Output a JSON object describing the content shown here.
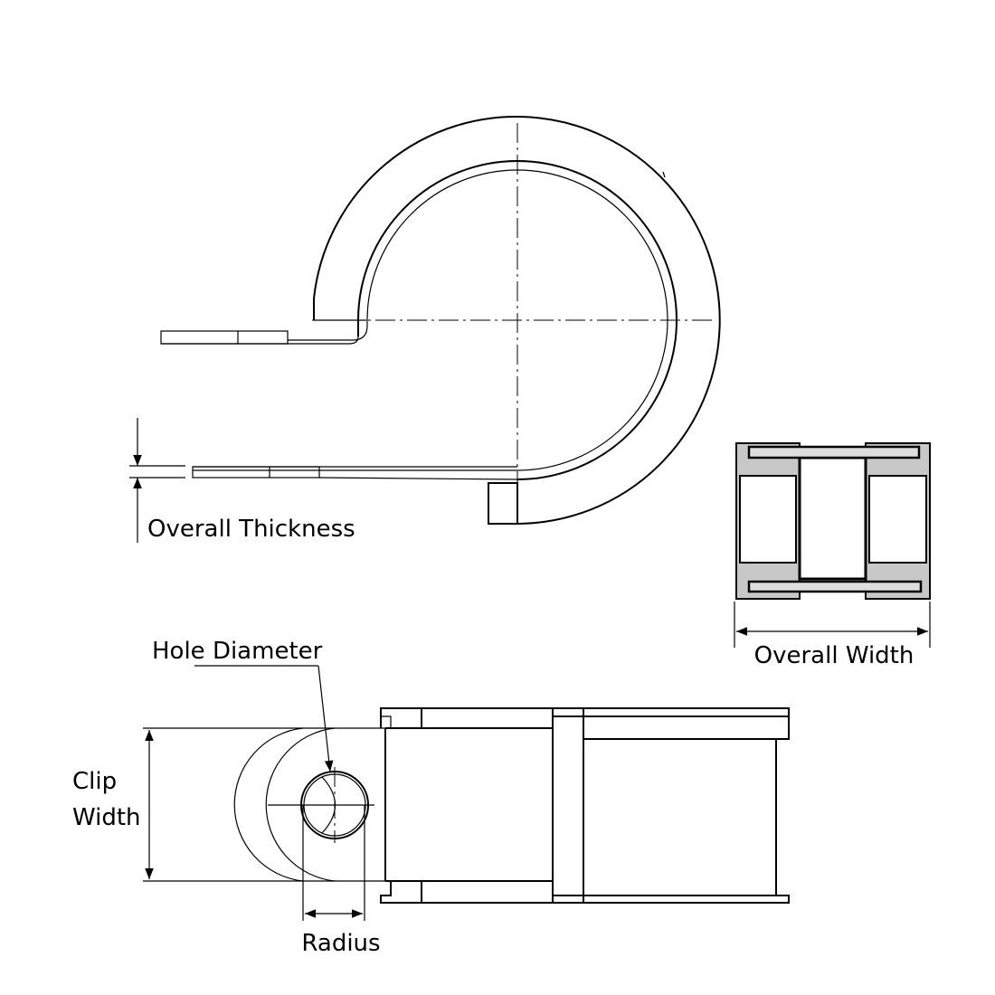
{
  "title": "Cable clip dimension drawing",
  "labels": {
    "overall_thickness": "Overall Thickness",
    "overall_width": "Overall Width",
    "hole_diameter": "Hole Diameter",
    "clip_width_line1": "Clip",
    "clip_width_line2": "Width",
    "radius": "Radius"
  }
}
